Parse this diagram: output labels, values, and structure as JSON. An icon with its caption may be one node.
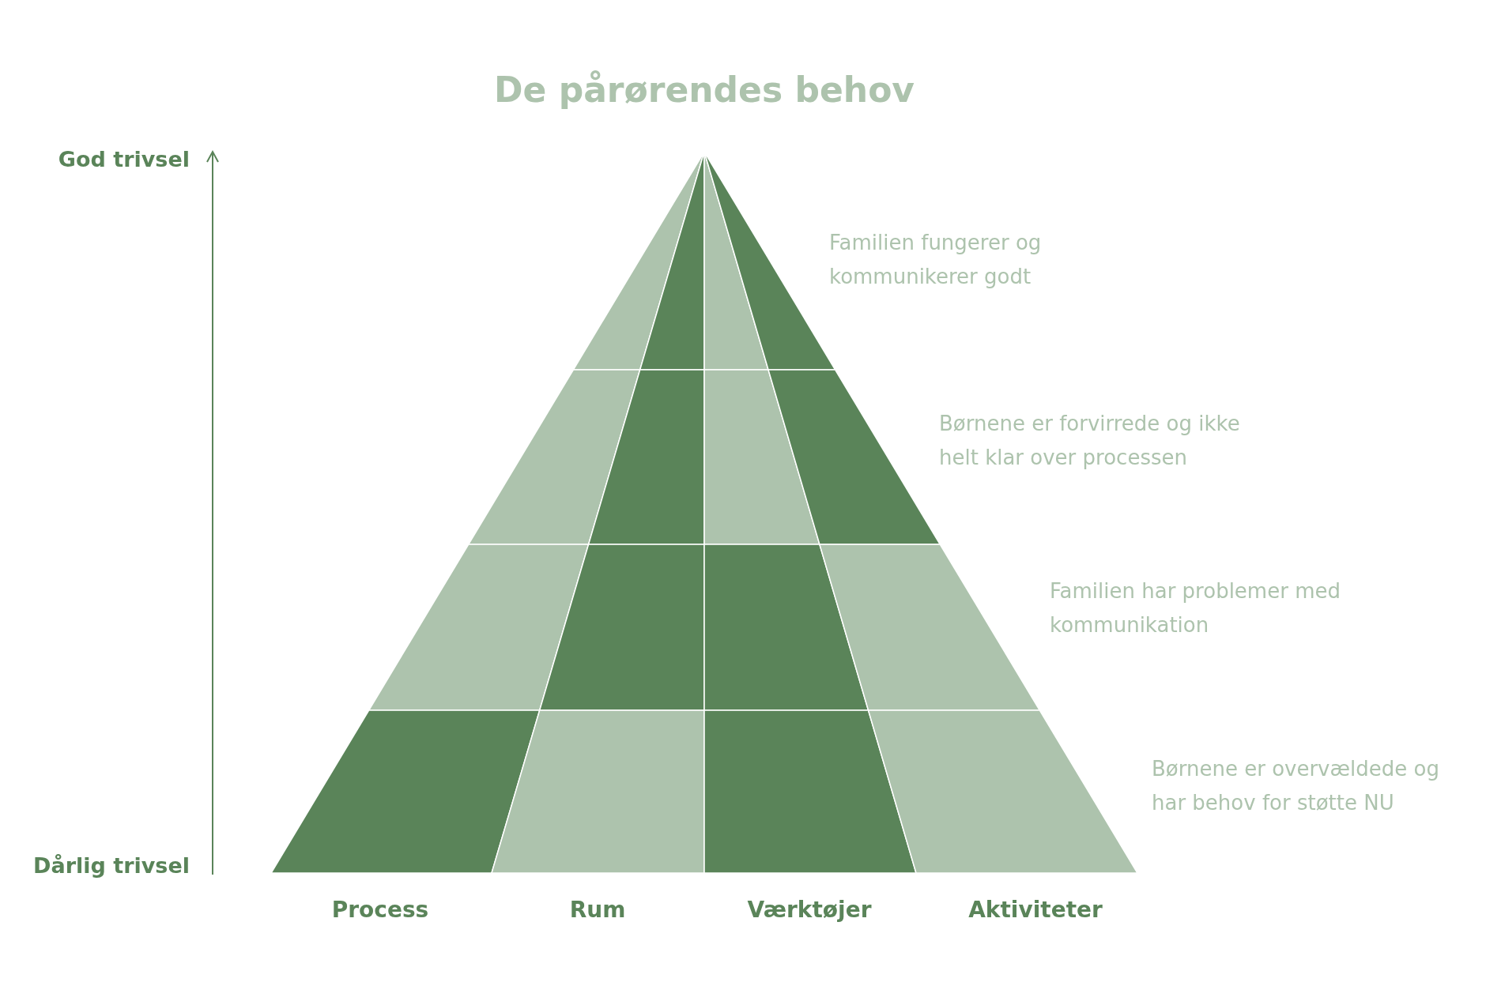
{
  "diagram": {
    "title": "De pårørendes behov",
    "labels": [
      "God trivsel",
      "Familien fungerer og kommunikerer godt",
      "Børnene er forvirrede og ikke helt klar over processen",
      "Familien har problemer med kommunikation",
      "Børnene er overvældede og har behov for støtte NU",
      "Dårlig trivsel",
      "Process",
      "Rum",
      "Værktøjer",
      "Aktiviteter"
    ]
  }
}
